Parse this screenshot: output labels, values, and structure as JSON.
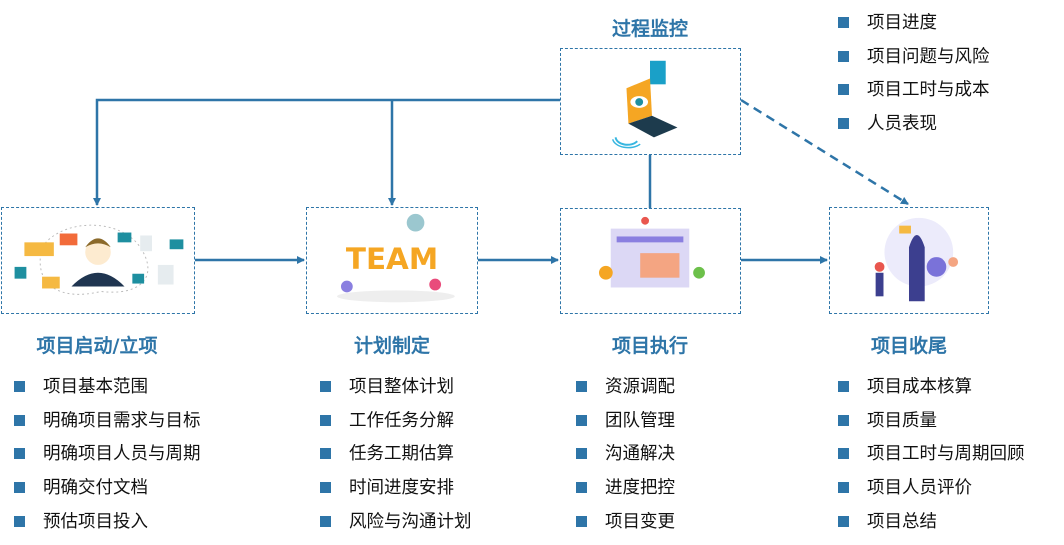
{
  "monitor": {
    "title": "过程监控",
    "items": [
      "项目进度",
      "项目问题与风险",
      "项目工时与成本",
      "人员表现"
    ]
  },
  "phases": [
    {
      "title": "项目启动/立项",
      "items": [
        "项目基本范围",
        "明确项目需求与目标",
        "明确项目人员与周期",
        "明确交付文档",
        "预估项目投入"
      ]
    },
    {
      "title": "计划制定",
      "items": [
        "项目整体计划",
        "工作任务分解",
        "任务工期估算",
        "时间进度安排",
        "风险与沟通计划"
      ]
    },
    {
      "title": "项目执行",
      "items": [
        "资源调配",
        "团队管理",
        "沟通解决",
        "进度把控",
        "项目变更"
      ]
    },
    {
      "title": "项目收尾",
      "items": [
        "项目成本核算",
        "项目质量",
        "项目工时与周期回顾",
        "项目人员评价",
        "项目总结"
      ]
    }
  ],
  "team_word": "TEAM",
  "colors": {
    "accent": "#2e75a8"
  }
}
